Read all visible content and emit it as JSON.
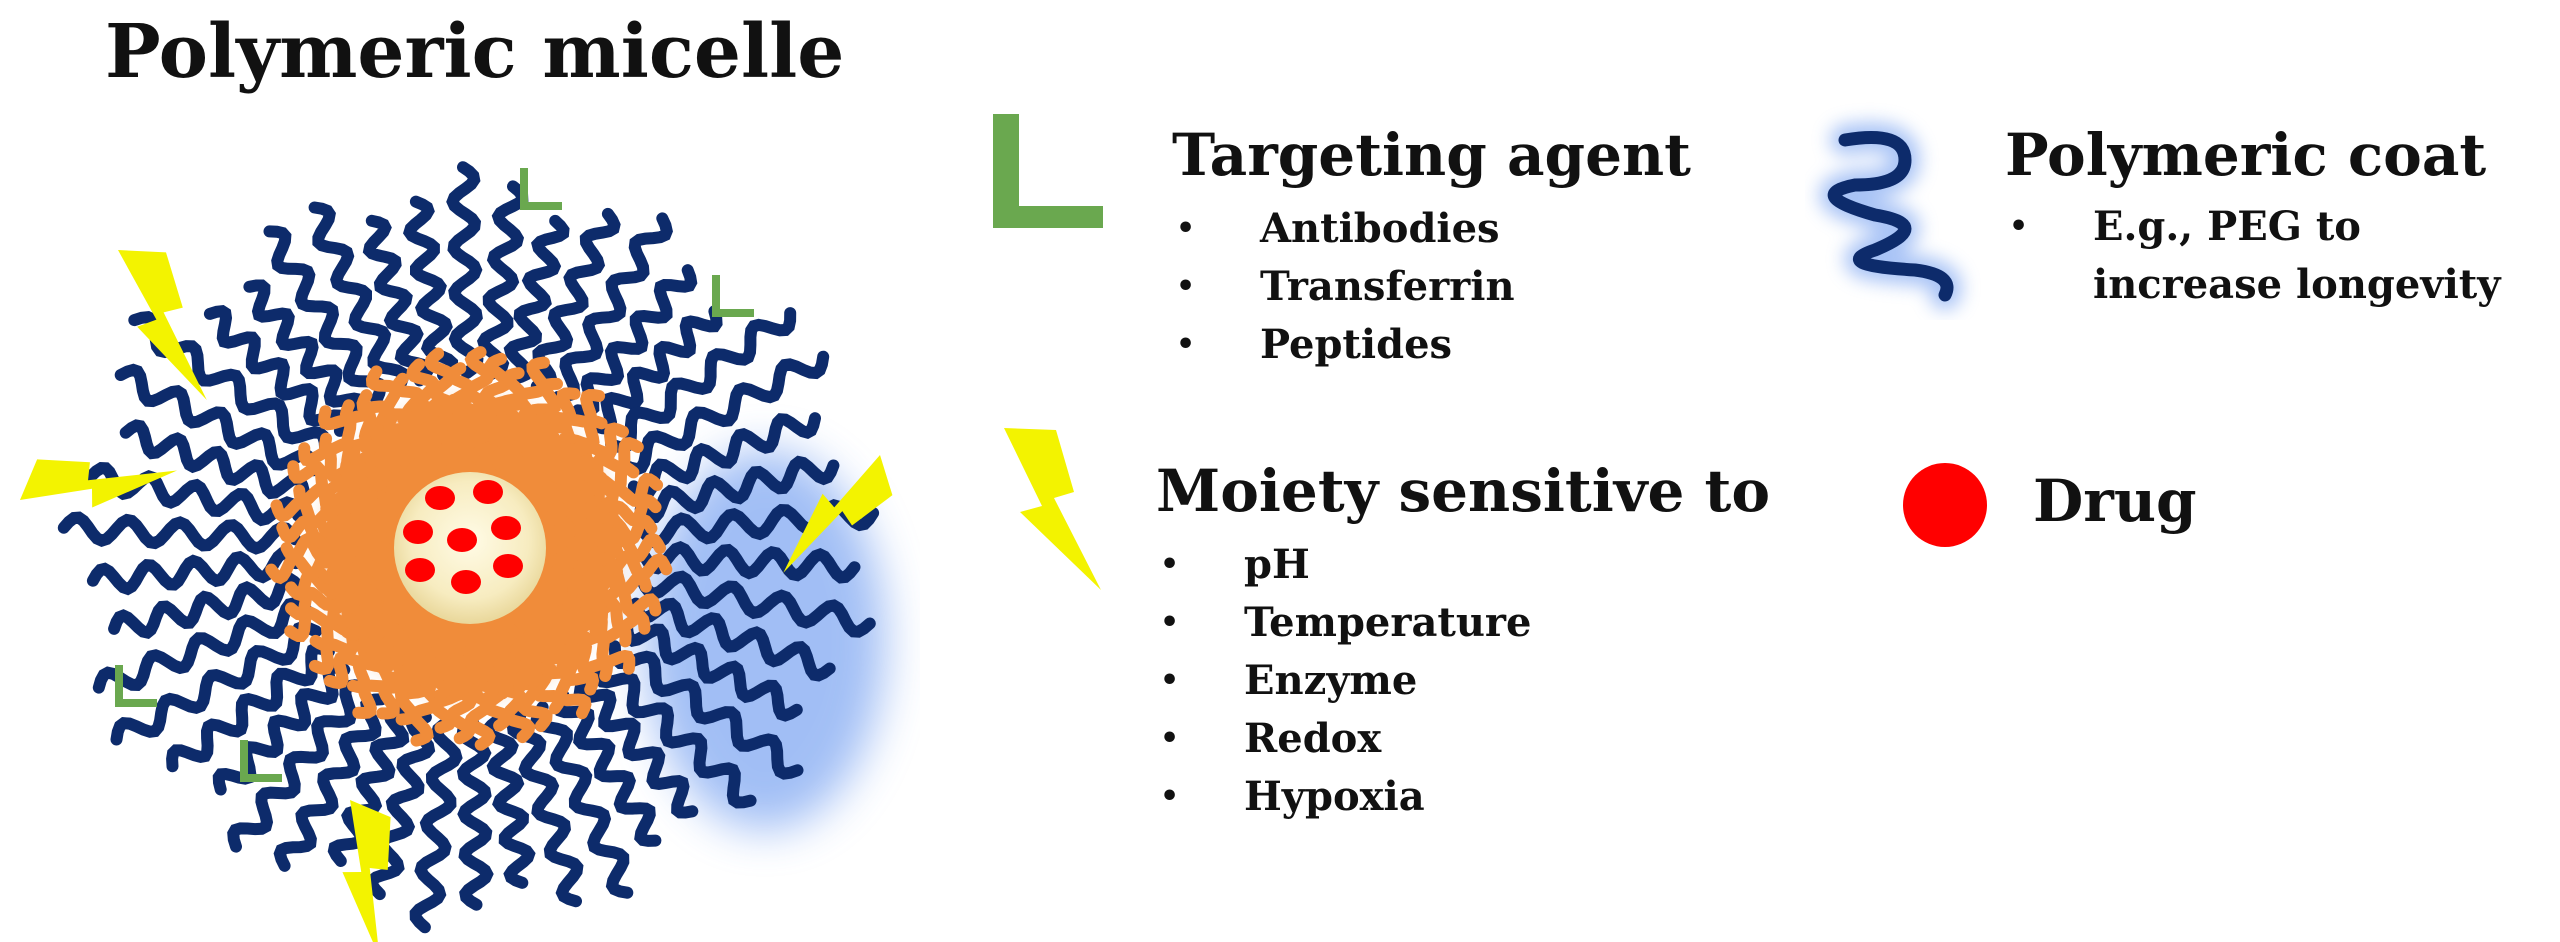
{
  "title": "Polymeric micelle",
  "legend": {
    "targeting": {
      "heading": "Targeting agent",
      "items": [
        "Antibodies",
        "Transferrin",
        "Peptides"
      ],
      "icon": "targeting-agent-icon",
      "color": "#6aa84f"
    },
    "coat": {
      "heading": "Polymeric coat",
      "items": [
        "E.g., PEG to increase longevity"
      ],
      "icon": "polymer-chain-icon",
      "color": "#0d2b6b",
      "glow": "#6f9cf0"
    },
    "moiety": {
      "heading": "Moiety sensitive to",
      "items": [
        "pH",
        "Temperature",
        "Enzyme",
        "Redox",
        "Hypoxia"
      ],
      "icon": "lightning-bolt-icon",
      "color": "#f3f300"
    },
    "drug": {
      "heading": "Drug",
      "icon": "drug-dot-icon",
      "color": "#ff0000"
    }
  },
  "micelle": {
    "shell_color": "#0d2b6b",
    "core_color": "#f08c3a",
    "center_color": "#f7ecc0",
    "drug_color": "#ff0000"
  }
}
